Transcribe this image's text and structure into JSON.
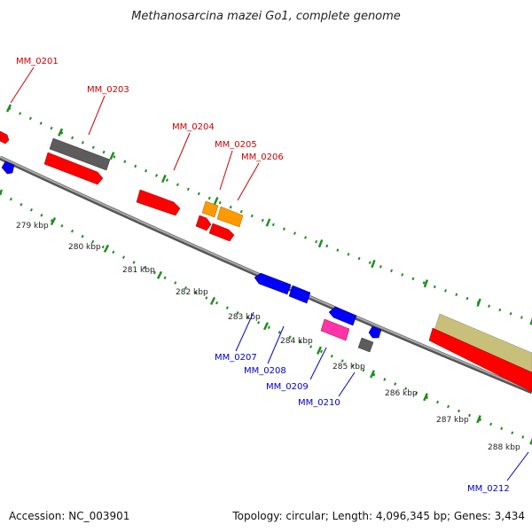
{
  "header": {
    "title": "Methanosarcina mazei Go1, complete genome"
  },
  "footer": {
    "accession": "Accession: NC_003901",
    "topology": "Topology: circular; Length: 4,096,345 bp; Genes: 3,434"
  },
  "scale": {
    "ticks": [
      "279 kbp",
      "280 kbp",
      "281 kbp",
      "282 kbp",
      "283 kbp",
      "284 kbp",
      "285 kbp",
      "286 kbp",
      "287 kbp",
      "288 kbp"
    ]
  },
  "colors": {
    "plus_strand_label": "#cc0000",
    "minus_strand_label": "#0000cc",
    "backbone": "#888888",
    "tick": "#1f8f1f",
    "cds_red": "#ff0000",
    "cds_blue": "#0000ff",
    "gene_grey": "#666666",
    "gene_orange": "#ff9900",
    "gene_pink": "#ff33aa",
    "gene_khaki": "#c8c07a"
  },
  "labels": {
    "top": [
      "MM_0201",
      "MM_0203",
      "MM_0204",
      "MM_0205",
      "MM_0206"
    ],
    "bottom": [
      "MM_0207",
      "MM_0208",
      "MM_0209",
      "MM_0210",
      "MM_0212"
    ]
  }
}
